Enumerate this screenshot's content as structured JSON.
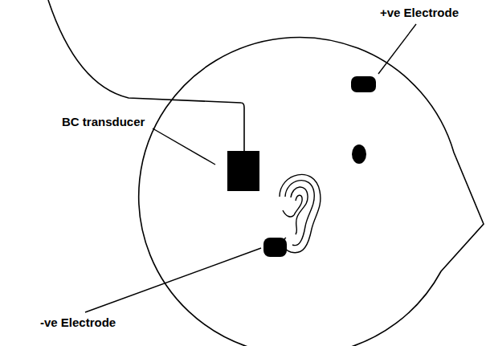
{
  "diagram": {
    "labels": [
      "+ve Electrode",
      "BC transducer",
      "-ve Electrode"
    ]
  }
}
